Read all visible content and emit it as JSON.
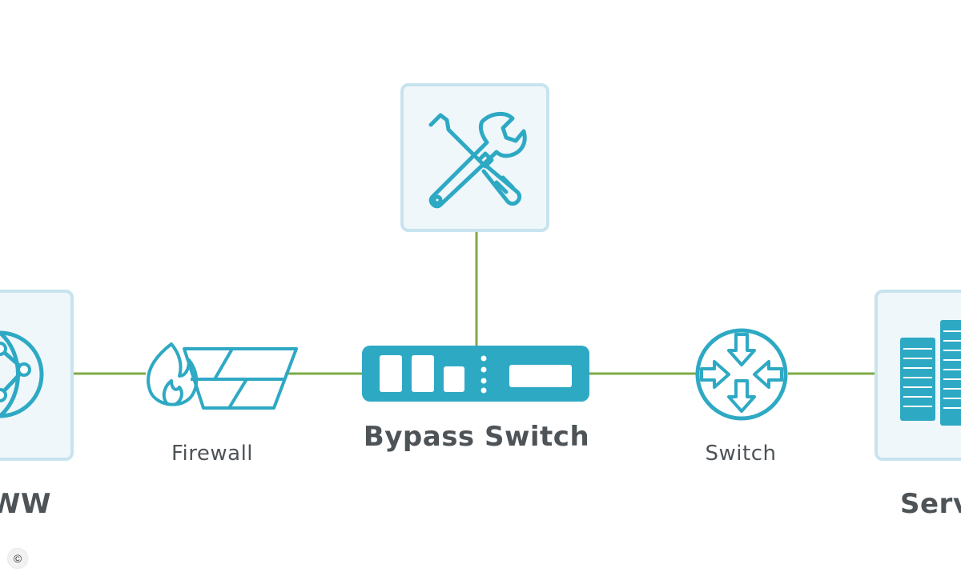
{
  "colors": {
    "link": "#7cab45",
    "icon": "#2ea9c4",
    "box_border": "#c7e4ee",
    "box_fill": "#eff7fa",
    "text": "#4d5357"
  },
  "nodes": {
    "www": {
      "label": "WW",
      "icon": "globe-icon"
    },
    "firewall": {
      "label": "Firewall",
      "icon": "firewall-icon"
    },
    "bypass_switch": {
      "label": "Bypass Switch",
      "icon": "bypass-switch-device-icon"
    },
    "tools": {
      "label": "",
      "icon": "wrench-screwdriver-icon"
    },
    "switch": {
      "label": "Switch",
      "icon": "switch-arrows-icon"
    },
    "server": {
      "label": "Serv",
      "icon": "server-icon"
    }
  },
  "copyright_mark": "©"
}
